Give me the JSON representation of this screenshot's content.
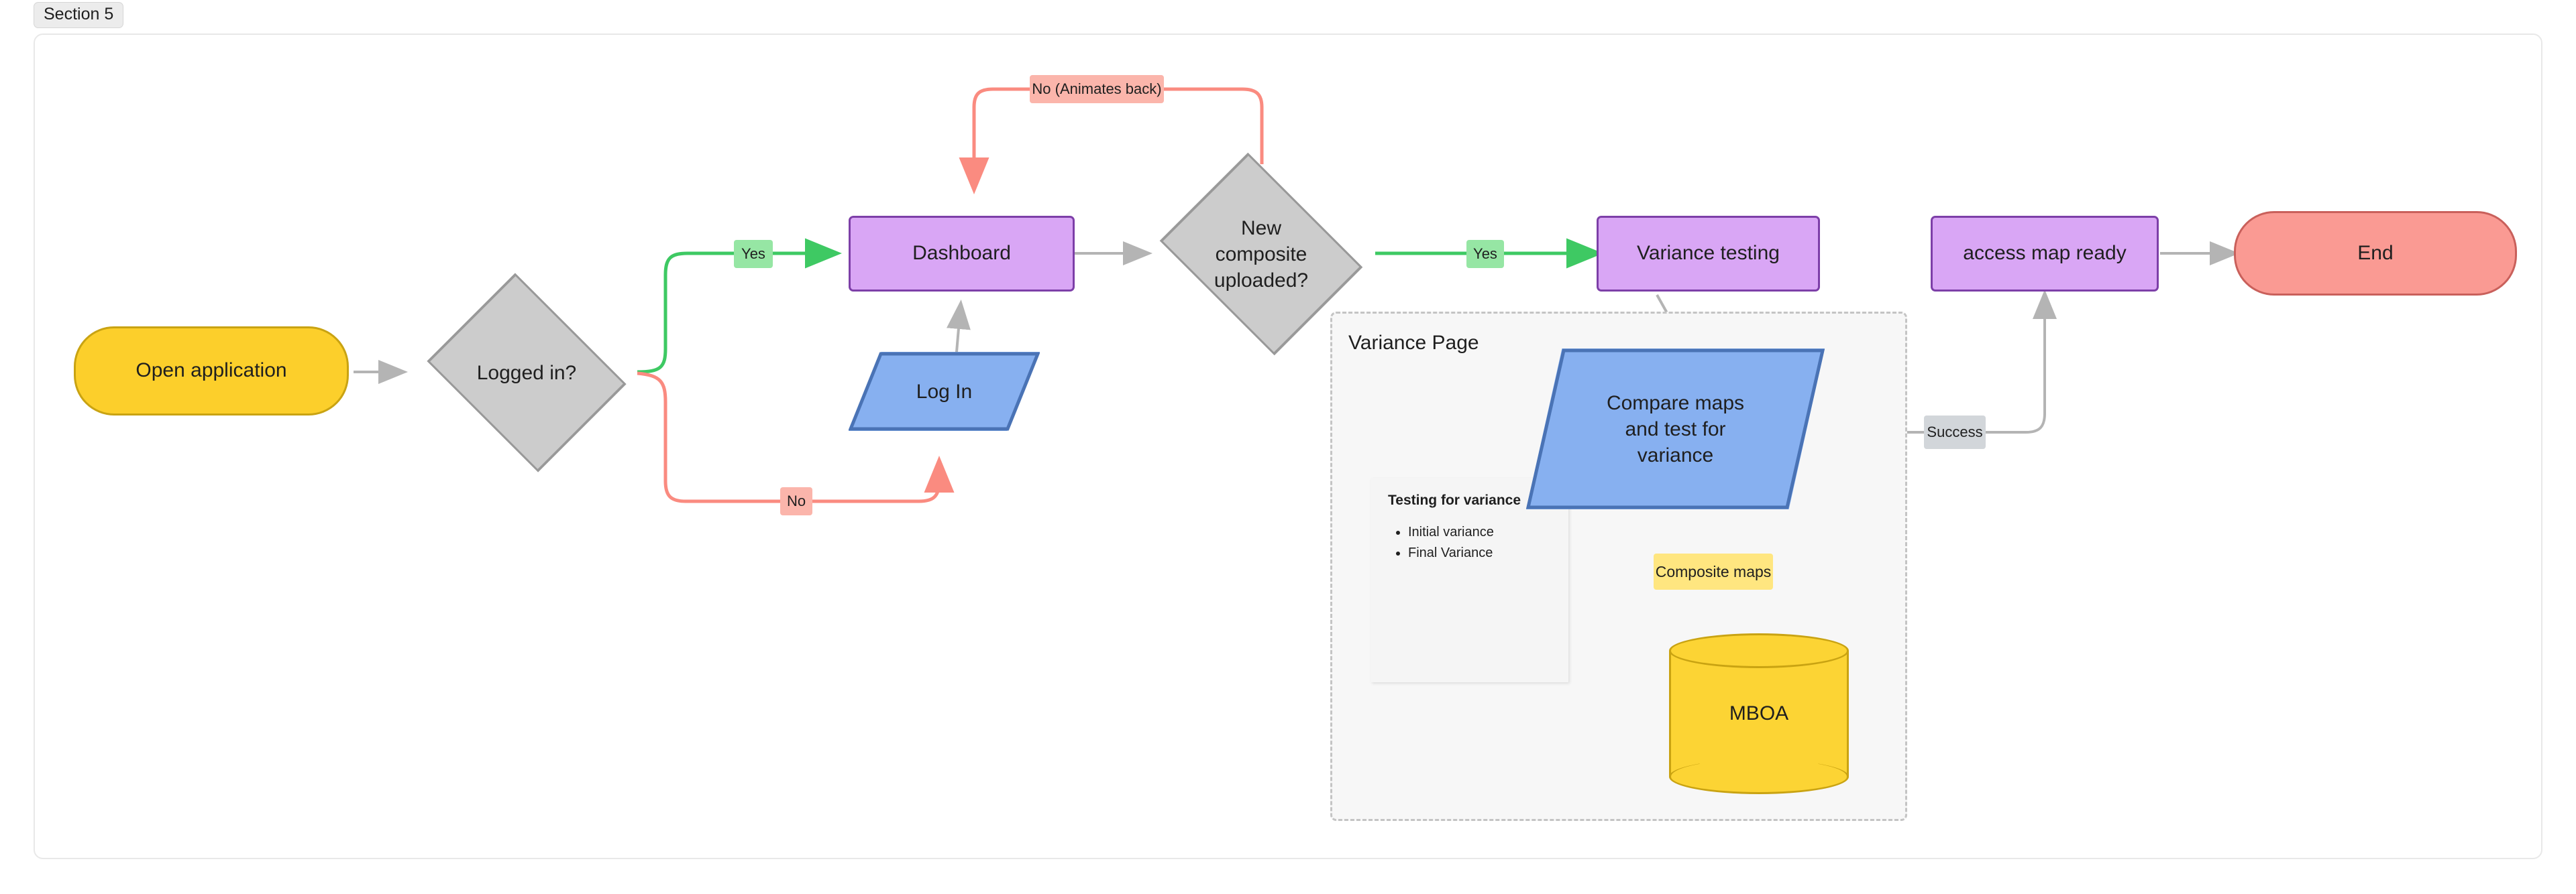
{
  "section": {
    "tab_label": "Section 5"
  },
  "diagram": {
    "type": "flowchart",
    "direction": "left-to-right",
    "nodes": [
      {
        "id": "open_app",
        "label": "Open application",
        "shape": "stadium",
        "fill": "#fccf2b",
        "stroke": "#c9a312"
      },
      {
        "id": "logged_in",
        "label": "Logged in?",
        "shape": "diamond",
        "fill": "#cccccc",
        "stroke": "#999999"
      },
      {
        "id": "dashboard",
        "label": "Dashboard",
        "shape": "rect",
        "fill": "#d9a6f5",
        "stroke": "#7d3fa8"
      },
      {
        "id": "login",
        "label": "Log In",
        "shape": "parallelogram",
        "fill": "#87b0f0",
        "stroke": "#4a73b5"
      },
      {
        "id": "new_comp",
        "label": "New composite uploaded?",
        "shape": "diamond",
        "fill": "#cccccc",
        "stroke": "#999999"
      },
      {
        "id": "var_testing",
        "label": "Variance testing",
        "shape": "rect",
        "fill": "#d9a6f5",
        "stroke": "#7d3fa8"
      },
      {
        "id": "compare",
        "label": "Compare maps and test for variance",
        "shape": "parallelogram",
        "fill": "#87b0f0",
        "stroke": "#4a73b5"
      },
      {
        "id": "mboa",
        "label": "MBOA",
        "shape": "cylinder",
        "fill": "#fcd434",
        "stroke": "#c9a312"
      },
      {
        "id": "access_map",
        "label": "access map ready",
        "shape": "rect",
        "fill": "#d9a6f5",
        "stroke": "#7d3fa8"
      },
      {
        "id": "end",
        "label": "End",
        "shape": "stadium",
        "fill": "#fa9a93",
        "stroke": "#c9605b"
      }
    ],
    "node_labels": {
      "open_app": "Open application",
      "logged_in": "Logged in?",
      "dashboard": "Dashboard",
      "login": "Log In",
      "new_comp_line1": "New",
      "new_comp_line2": "composite",
      "new_comp_line3": "uploaded?",
      "var_testing": "Variance testing",
      "compare_line1": "Compare maps",
      "compare_line2": "and test for",
      "compare_line3": "variance",
      "mboa": "MBOA",
      "access_map": "access map ready",
      "end": "End"
    },
    "edge_labels": {
      "yes_login": "Yes",
      "no_login": "No",
      "no_animates_back": "No (Animates back)",
      "yes_composite": "Yes",
      "success": "Success",
      "composite_maps": "Composite maps"
    },
    "edges": [
      {
        "from": "open_app",
        "to": "logged_in",
        "label": "",
        "color": "#b4b4b4",
        "style": "solid"
      },
      {
        "from": "logged_in",
        "to": "dashboard",
        "label": "Yes",
        "color": "#3ec963",
        "style": "solid"
      },
      {
        "from": "logged_in",
        "to": "login",
        "label": "No",
        "color": "#fa8b80",
        "style": "solid"
      },
      {
        "from": "login",
        "to": "dashboard",
        "label": "",
        "color": "#b4b4b4",
        "style": "solid"
      },
      {
        "from": "dashboard",
        "to": "new_comp",
        "label": "",
        "color": "#b4b4b4",
        "style": "solid"
      },
      {
        "from": "new_comp",
        "to": "dashboard",
        "label": "No (Animates back)",
        "color": "#fa8b80",
        "style": "solid"
      },
      {
        "from": "new_comp",
        "to": "var_testing",
        "label": "Yes",
        "color": "#3ec963",
        "style": "solid"
      },
      {
        "from": "var_testing",
        "to": "compare",
        "label": "",
        "color": "#b4b4b4",
        "style": "solid"
      },
      {
        "from": "compare",
        "to": "mboa",
        "label": "Composite maps",
        "color": "#f5c518",
        "style": "dashed"
      },
      {
        "from": "compare",
        "to": "access_map",
        "label": "Success",
        "color": "#b4b4b4",
        "style": "solid"
      },
      {
        "from": "access_map",
        "to": "end",
        "label": "",
        "color": "#b4b4b4",
        "style": "solid"
      }
    ],
    "subgraph": {
      "title": "Variance Page"
    },
    "note": {
      "title": "Testing for variance",
      "items": [
        "Initial variance",
        "Final Variance"
      ]
    }
  }
}
